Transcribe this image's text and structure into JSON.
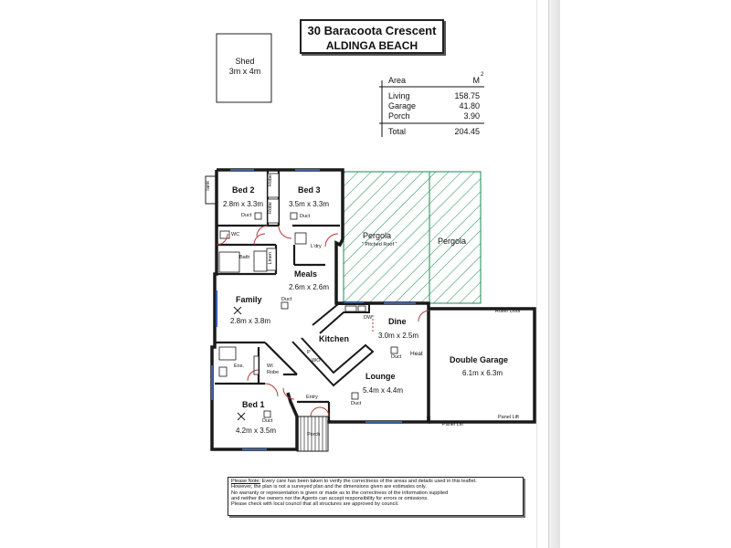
{
  "title": {
    "street": "30 Baracoota Crescent",
    "suburb": "ALDINGA BEACH"
  },
  "shed": {
    "label": "Shed",
    "size": "3m x 4m"
  },
  "areas": {
    "header": "Area",
    "unit": "M",
    "unit_sup": "2",
    "rows": [
      {
        "label": "Living",
        "value": "158.75"
      },
      {
        "label": "Garage",
        "value": "41.80"
      },
      {
        "label": "Porch",
        "value": "3.90"
      }
    ],
    "total": {
      "label": "Total",
      "value": "204.45"
    }
  },
  "rooms": {
    "bed2": {
      "name": "Bed 2",
      "size": "2.8m x 3.3m"
    },
    "bed3": {
      "name": "Bed 3",
      "size": "3.5m x 3.3m"
    },
    "meals": {
      "name": "Meals",
      "size": "2.6m x 2.6m"
    },
    "family": {
      "name": "Family",
      "size": "2.8m x 3.8m"
    },
    "kitchen": {
      "name": "Kitchen"
    },
    "dine": {
      "name": "Dine",
      "size": "3.0m x 2.5m"
    },
    "lounge": {
      "name": "Lounge",
      "size": "5.4m x 4.4m"
    },
    "garage": {
      "name": "Double Garage",
      "size": "6.1m x 6.3m"
    },
    "pergola1": {
      "name": "Pergola",
      "note": "\" Pitched Roof \""
    },
    "pergola2": {
      "name": "Pergola"
    },
    "bed1": {
      "name": "Bed 1",
      "size": "4.2m x 3.5m"
    }
  },
  "labels": {
    "duct": "Duct",
    "robe": "Robe",
    "tank": "Tank",
    "wc": "WC",
    "bath": "Bath",
    "linen": "Linen",
    "laundry": "L'dry",
    "dw": "DW",
    "pantry": "P",
    "wo": "WO",
    "heat": "Heat",
    "roller_door": "Roller Door",
    "panel_lift": "Panel Lift",
    "ens": "Ens.",
    "wi": "WI",
    "robe_lower": "Robe",
    "entry": "Entry",
    "porch": "Porch"
  },
  "note": {
    "heading": "Please Note:",
    "lines": [
      "Every care has been taken to verify the correctness of the areas and details used in this leaflet.",
      "However, the plan is not a surveyed plan and the dimensions given are estimates only.",
      "No warranty or representation is given or made as to the correctness of the information supplied",
      "and neither the owners nor the Agents can accept responsibility for errors or omissions.",
      "Please check with local council that all structures are approved by council."
    ]
  }
}
